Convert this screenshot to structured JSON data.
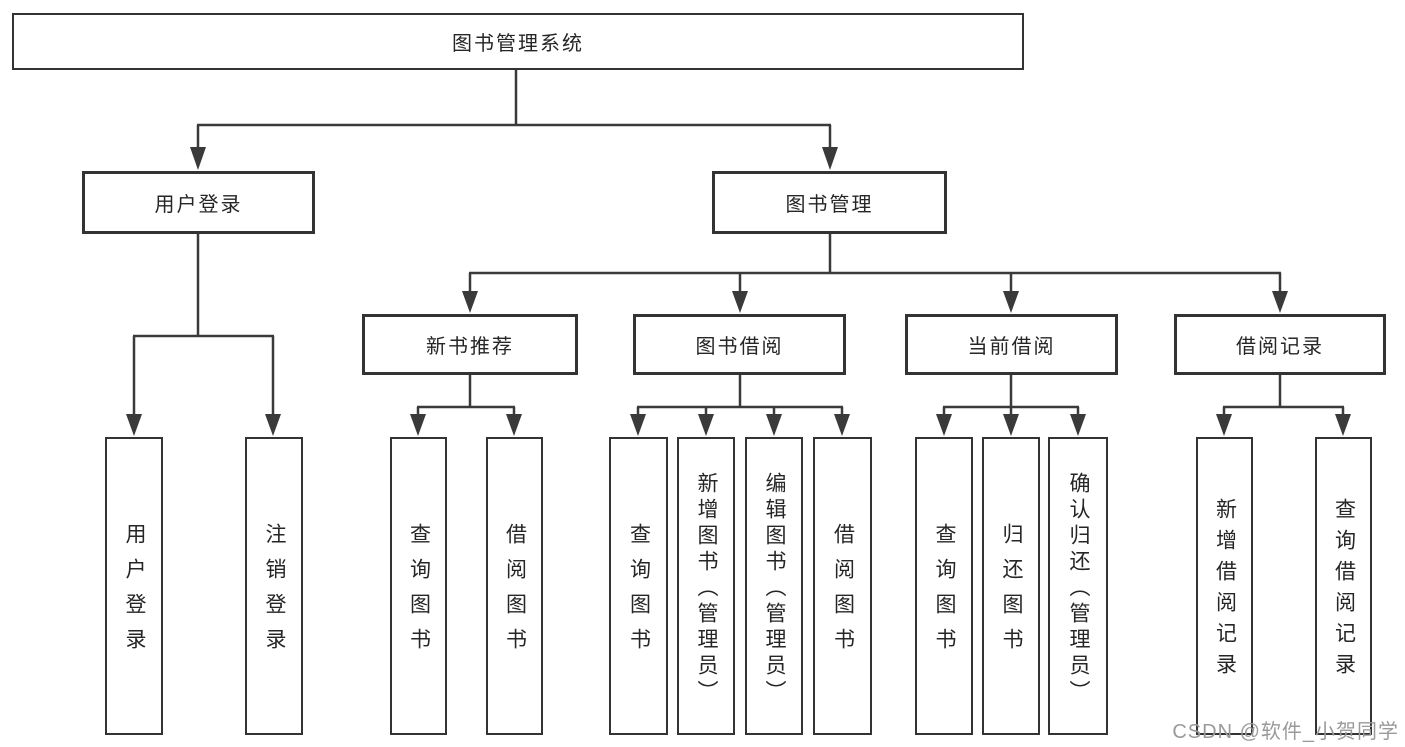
{
  "tree": {
    "root": {
      "label": "图书管理系统"
    },
    "branches": [
      {
        "label": "用户登录",
        "children": [
          {
            "label": "用户登录"
          },
          {
            "label": "注销登录"
          }
        ]
      },
      {
        "label": "图书管理",
        "children": [
          {
            "label": "新书推荐",
            "children": [
              {
                "label": "查询图书"
              },
              {
                "label": "借阅图书"
              }
            ]
          },
          {
            "label": "图书借阅",
            "children": [
              {
                "label": "查询图书"
              },
              {
                "label": "新增图书（管理员）"
              },
              {
                "label": "编辑图书（管理员）"
              },
              {
                "label": "借阅图书"
              }
            ]
          },
          {
            "label": "当前借阅",
            "children": [
              {
                "label": "查询图书"
              },
              {
                "label": "归还图书"
              },
              {
                "label": "确认归还（管理员）"
              }
            ]
          },
          {
            "label": "借阅记录",
            "children": [
              {
                "label": "新增借阅记录"
              },
              {
                "label": "查询借阅记录"
              }
            ]
          }
        ]
      }
    ]
  },
  "watermark": {
    "text": "CSDN @软件_小贺同学"
  },
  "colors": {
    "background": "#ffffff",
    "box_border": "#333333",
    "connector_line": "#3a3a3a",
    "text": "#262626",
    "watermark_text": "#9a9a9a"
  }
}
